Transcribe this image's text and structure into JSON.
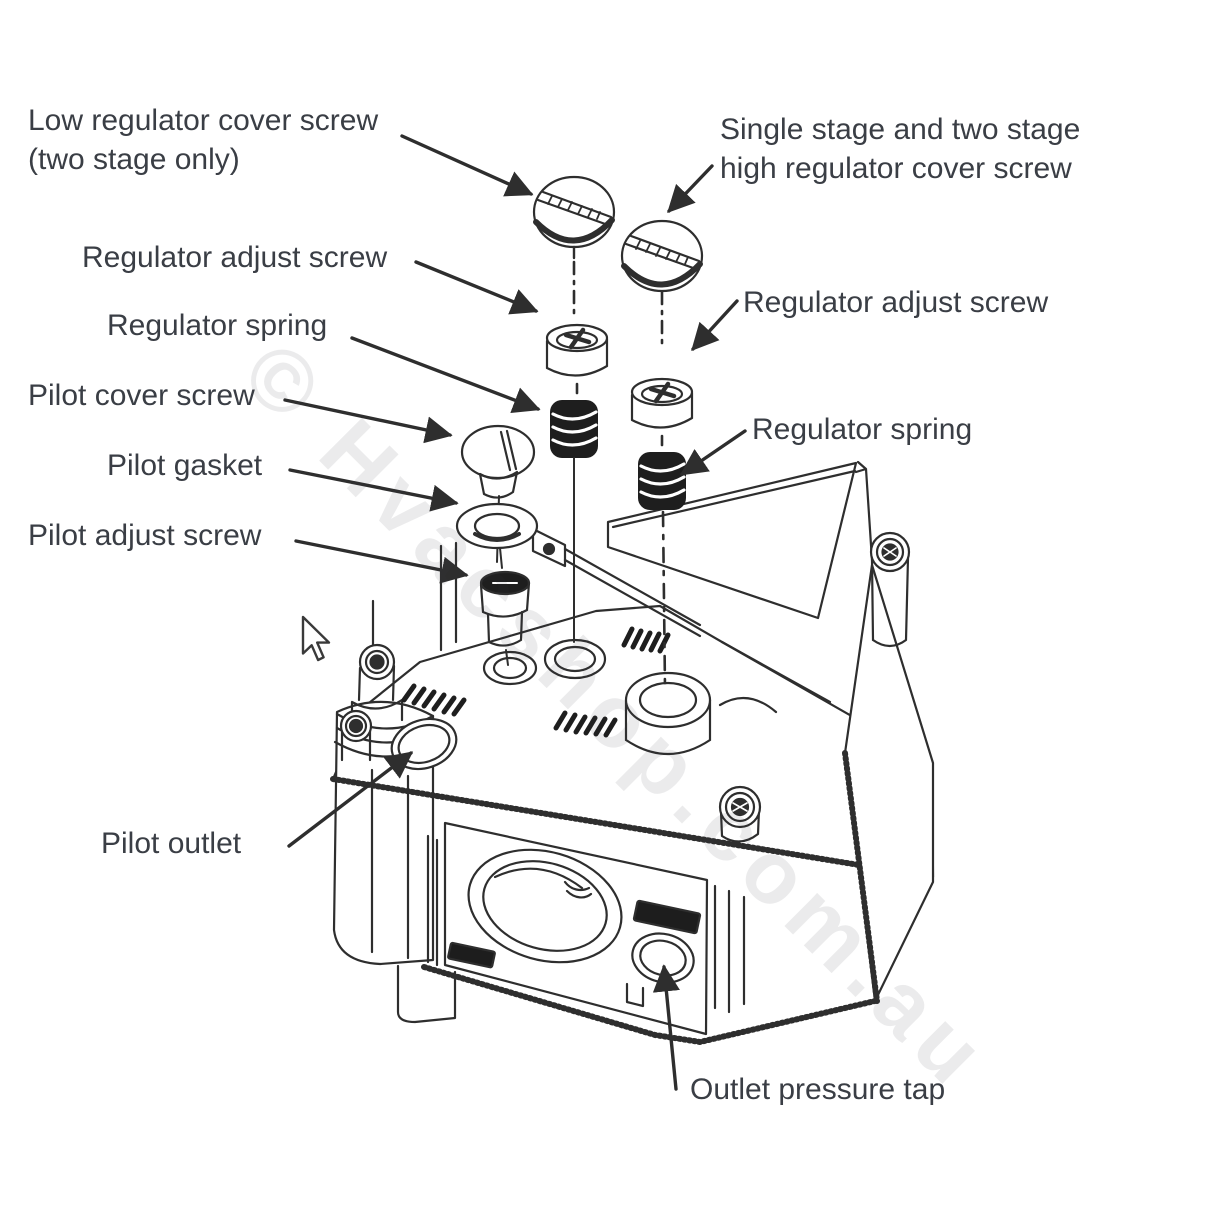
{
  "diagram": {
    "type": "exploded-parts-diagram",
    "subject": "gas valve regulator and pilot adjustment components",
    "labels": {
      "low_reg_line1": "Low regulator cover screw",
      "low_reg_line2": "(two stage only)",
      "single_stage_line1": "Single stage and two stage",
      "single_stage_line2": "high regulator cover screw",
      "reg_adjust_left": "Regulator adjust screw",
      "reg_adjust_right": "Regulator adjust screw",
      "reg_spring_left": "Regulator spring",
      "reg_spring_right": "Regulator spring",
      "pilot_cover": "Pilot cover screw",
      "pilot_gasket": "Pilot gasket",
      "pilot_adjust": "Pilot adjust screw",
      "pilot_outlet": "Pilot outlet",
      "outlet_tap": "Outlet pressure tap"
    },
    "watermark": "© Hvacshop.com.au",
    "colors": {
      "line": "#2e2e2e",
      "label_text": "#3a3e45",
      "background": "#ffffff",
      "dark_fill": "#1e1e1e"
    }
  }
}
